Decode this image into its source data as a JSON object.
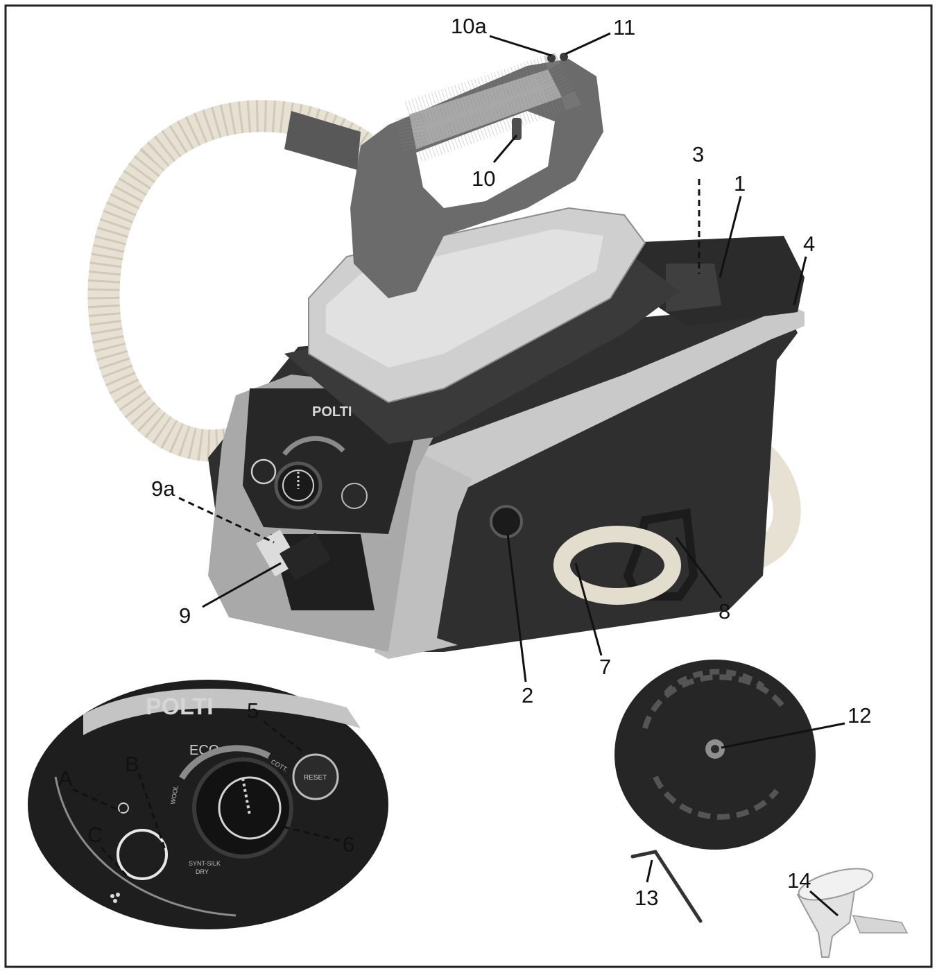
{
  "figure": {
    "colors": {
      "frame": "#222222",
      "body_dark": "#2e2e2e",
      "body_mid": "#4a4a4a",
      "trim_silver": "#c9c9c9",
      "soleplate": "#d8d8d8",
      "hose": "#ece8dc",
      "handle_grip": "#a9a9a9"
    },
    "brand_logo": "POLTI",
    "main_callouts": {
      "c1": "1",
      "c2": "2",
      "c3": "3",
      "c4": "4",
      "c7": "7",
      "c8": "8",
      "c9": "9",
      "c9a": "9a",
      "c10": "10",
      "c10a": "10a",
      "c11": "11",
      "c12": "12",
      "c13": "13",
      "c14": "14"
    },
    "inset": {
      "callouts": {
        "cA": "A",
        "cB": "B",
        "cC": "C",
        "c5": "5",
        "c6": "6"
      },
      "panel_text": {
        "eco": "ECO",
        "reset": "RESET",
        "wool": "WOOL",
        "cotton": "COTT.",
        "synth": "SYNT-SILK",
        "dry": "DRY"
      }
    }
  }
}
